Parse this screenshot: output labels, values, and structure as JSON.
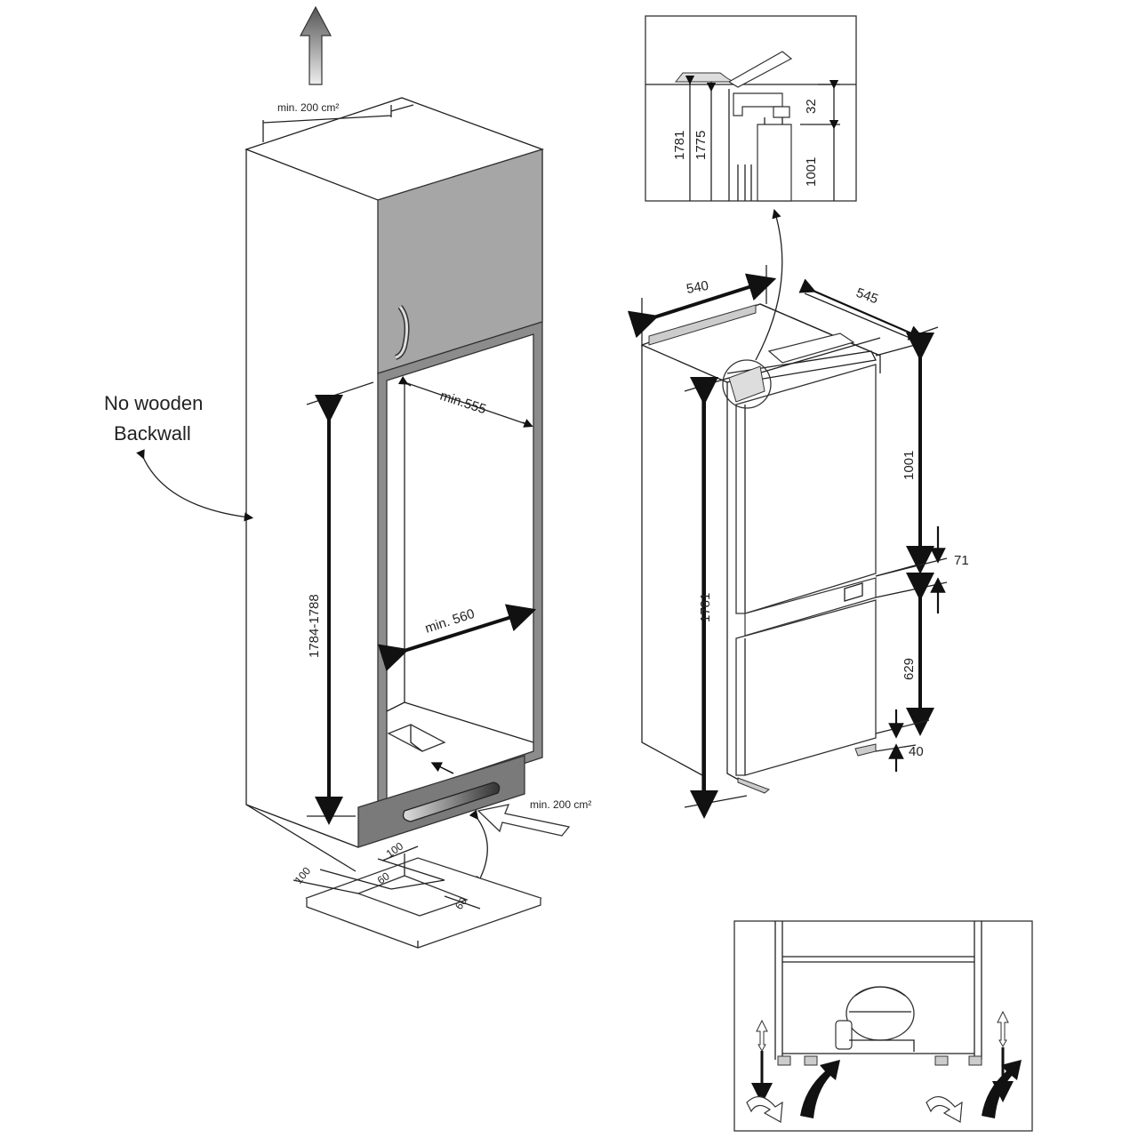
{
  "notes": {
    "backwall_line1": "No wooden",
    "backwall_line2": "Backwall",
    "vent_top": "min. 200 cm²",
    "vent_bottom": "min. 200 cm²"
  },
  "cabinet": {
    "min_depth": "min.555",
    "min_width": "min. 560",
    "niche_height": "1784-1788"
  },
  "base_plate": {
    "d1": "100",
    "d2": "100",
    "d3": "60",
    "d4": "60"
  },
  "appliance": {
    "width": "540",
    "depth": "545",
    "height": "1781",
    "upper_door": "1001",
    "gap": "71",
    "lower_door": "629",
    "plinth": "40"
  },
  "detail_top": {
    "h1": "1781",
    "h2": "1775",
    "h3": "32",
    "h4": "1001"
  },
  "colors": {
    "cabinet_door": "#a6a6a6",
    "cabinet_frame": "#8c8c8c",
    "plinth": "#7a7a7a",
    "line": "#222222"
  }
}
